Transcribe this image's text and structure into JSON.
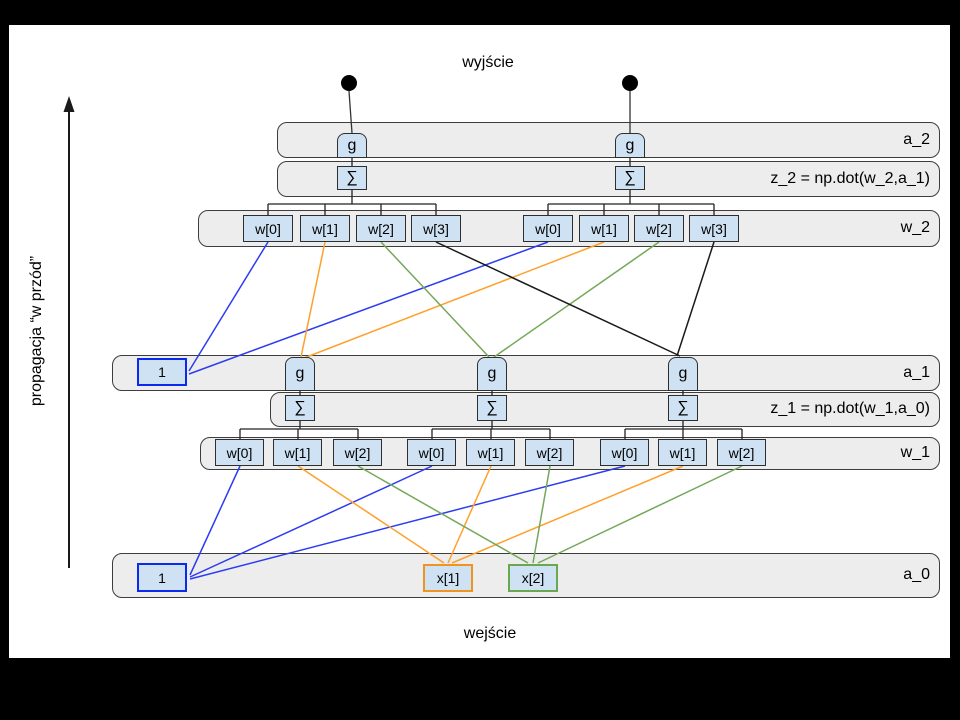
{
  "labels": {
    "output": "wyjście",
    "input": "wejście",
    "axis": "propagacja “w przód”"
  },
  "layers": {
    "a2": "a_2",
    "z2": "z_2 = np.dot(w_2,a_1)",
    "w2": "w_2",
    "a1": "a_1",
    "z1": "z_1 = np.dot(w_1,a_0)",
    "w1": "w_1",
    "a0": "a_0"
  },
  "nodes": {
    "activation": "g",
    "sum": "∑",
    "bias": "1",
    "inputs": [
      "x[1]",
      "x[2]"
    ],
    "w2_weights": [
      "w[0]",
      "w[1]",
      "w[2]",
      "w[3]"
    ],
    "w1_weights": [
      "w[0]",
      "w[1]",
      "w[2]"
    ]
  },
  "colors": {
    "connection_blue": "#2b3cf2",
    "connection_orange": "#ffa02a",
    "connection_green": "#74a85a",
    "connection_black": "#1a1a1a",
    "node_fill": "#cfe2f3",
    "row_fill": "#ededed"
  }
}
